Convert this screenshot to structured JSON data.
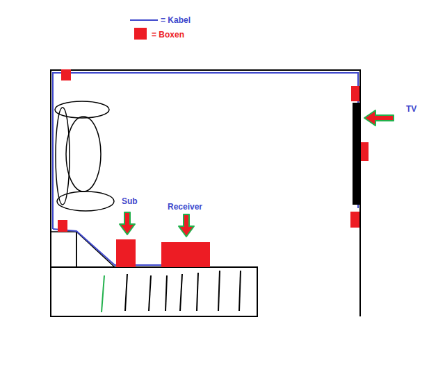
{
  "diagram": {
    "labels": [
      "Sub",
      "Receiver",
      "TV"
    ],
    "legend": [
      {
        "text": "= Kabel"
      },
      {
        "text": "= Boxen",
        "color": "#ed1c24"
      }
    ]
  }
}
